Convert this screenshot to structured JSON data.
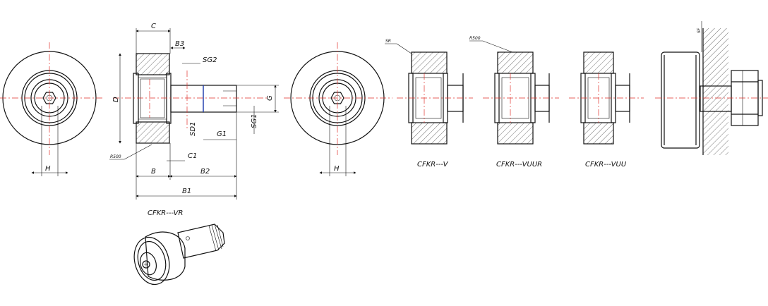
{
  "colors": {
    "line": "#111111",
    "centerline": "#e0302a",
    "background": "#ffffff",
    "blue_edge": "#2a4fd6"
  },
  "front_view_dims": {
    "h": "H"
  },
  "section_dims": {
    "c": "C",
    "b3": "B3",
    "sg2": "SG2",
    "d": "D",
    "g": "G",
    "sd1": "SD1",
    "sg1": "SG1",
    "g1": "G1",
    "c1": "C1",
    "b": "B",
    "b2": "B2",
    "b1": "B1",
    "r500": "R500"
  },
  "front_view2_dims": {
    "h": "H"
  },
  "variant_v": {
    "caption": "CFKR---V",
    "callout": "SR"
  },
  "variant_vuur": {
    "caption": "CFKR---VUUR",
    "callout": "R500"
  },
  "variant_vuu": {
    "caption": "CFKR---VUU"
  },
  "mounted": {
    "callout": "SF"
  },
  "iso_view": {
    "caption": "CFKR---VR"
  }
}
